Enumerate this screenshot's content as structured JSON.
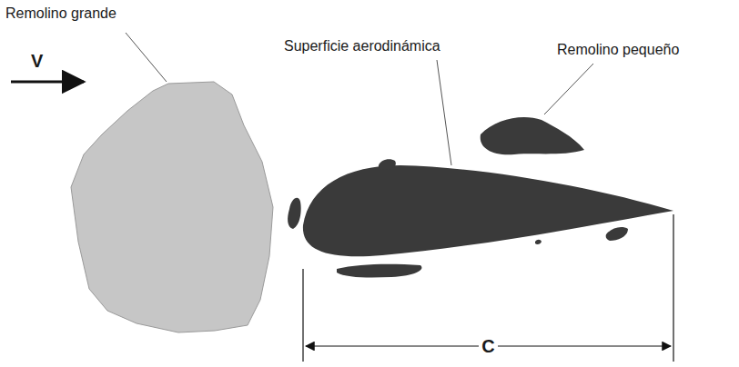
{
  "diagram": {
    "labels": [
      "Remolino grande",
      "V",
      "Superficie aerodinámica",
      "Remolino pequeño",
      "C"
    ]
  }
}
